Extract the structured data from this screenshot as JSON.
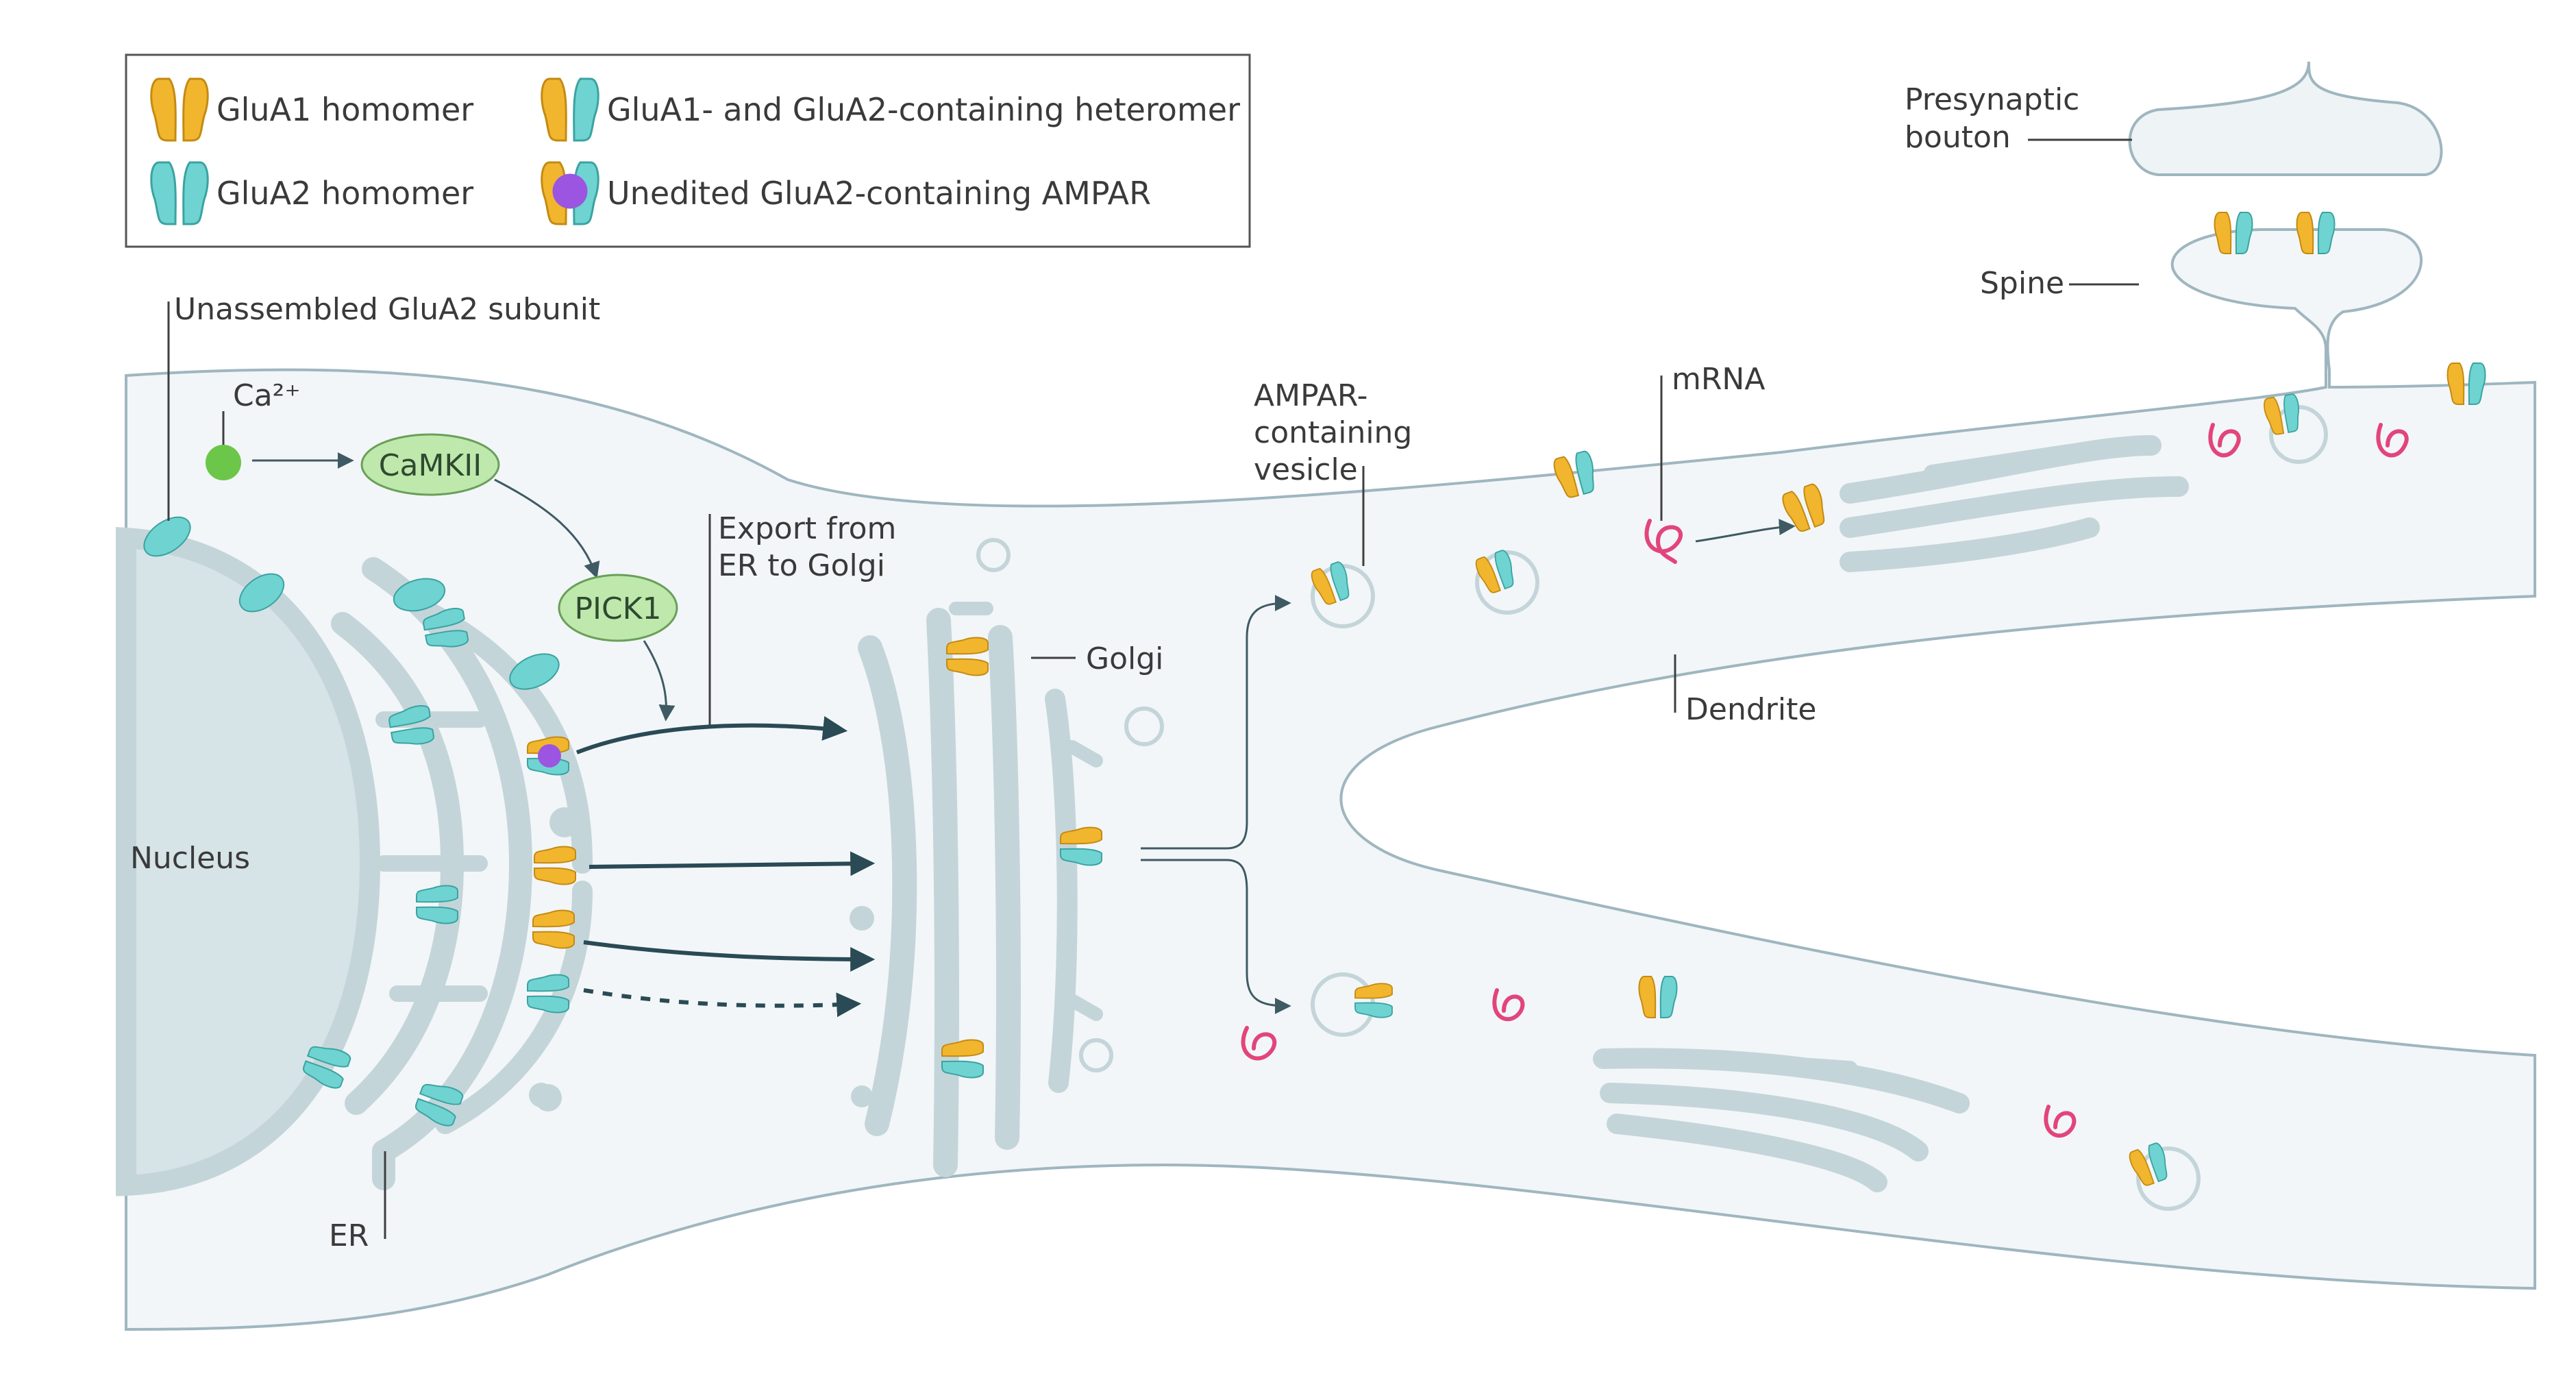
{
  "legend": {
    "items": [
      {
        "label": "GluA1 homomer",
        "icon": "glua1-homomer-icon"
      },
      {
        "label": "GluA2 homomer",
        "icon": "glua2-homomer-icon"
      },
      {
        "label": "GluA1- and GluA2-containing heteromer",
        "icon": "heteromer-icon"
      },
      {
        "label": "Unedited GluA2-containing AMPAR",
        "icon": "unedited-ampar-icon"
      }
    ]
  },
  "labels": {
    "unassembled": "Unassembled GluA2 subunit",
    "calcium": "Ca²⁺",
    "camkii": "CaMKII",
    "pick1": "PICK1",
    "export_line1": "Export from",
    "export_line2": "ER to Golgi",
    "golgi": "Golgi",
    "nucleus": "Nucleus",
    "er": "ER",
    "vesicle_line1": "AMPAR-",
    "vesicle_line2": "containing",
    "vesicle_line3": "vesicle",
    "mrna": "mRNA",
    "dendrite": "Dendrite",
    "presynaptic_line1": "Presynaptic",
    "presynaptic_line2": "bouton",
    "spine": "Spine"
  },
  "colors": {
    "glua1": "#f1b62e",
    "glua2": "#6fd3d1",
    "unedited": "#9b55e0",
    "calcium": "#6cc649",
    "node_fill": "#bfe8ad",
    "mrna": "#e2457a",
    "membrane": "#c4d5da"
  }
}
